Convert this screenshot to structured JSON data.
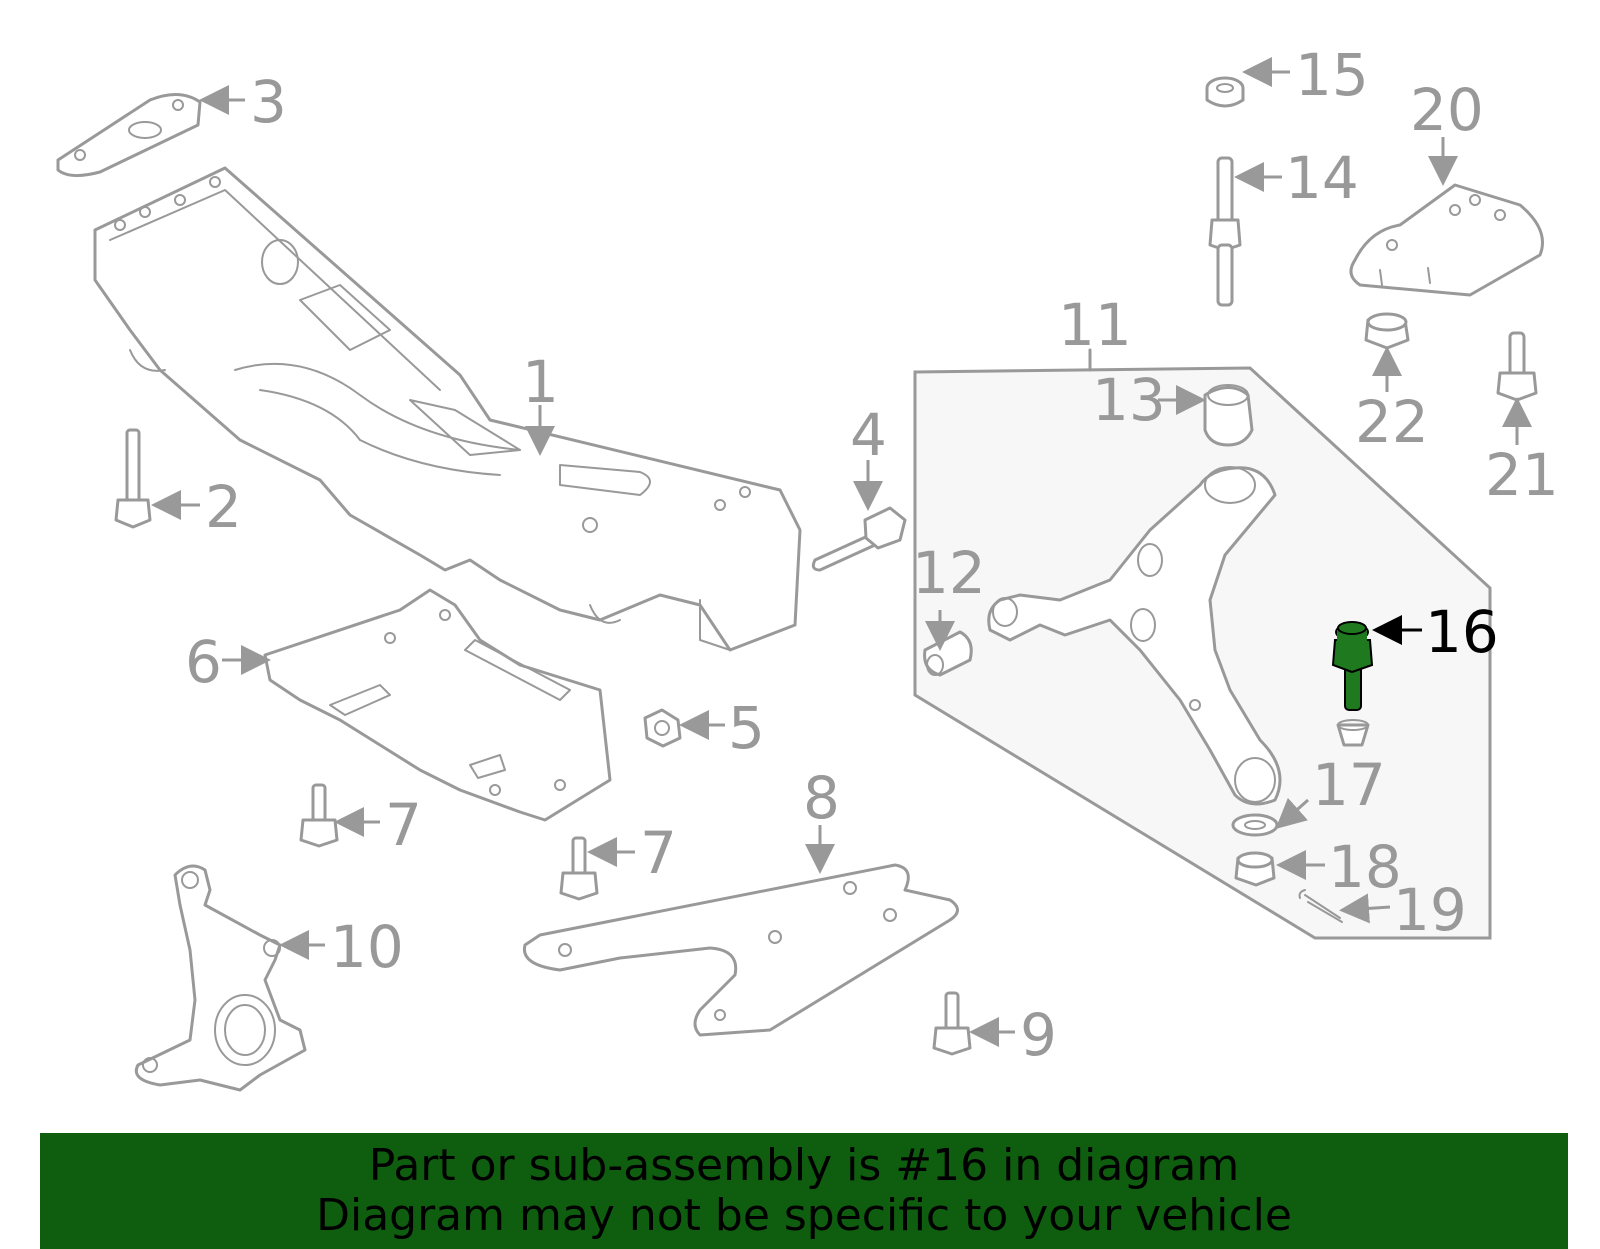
{
  "callouts": {
    "c1": "1",
    "c2": "2",
    "c3": "3",
    "c4": "4",
    "c5": "5",
    "c6": "6",
    "c7a": "7",
    "c7b": "7",
    "c8": "8",
    "c9": "9",
    "c10": "10",
    "c11": "11",
    "c12": "12",
    "c13": "13",
    "c14": "14",
    "c15": "15",
    "c16": "16",
    "c17": "17",
    "c18": "18",
    "c19": "19",
    "c20": "20",
    "c21": "21",
    "c22": "22"
  },
  "highlight": {
    "part": "16",
    "color": "#1f7a1f",
    "banner_color": "#0f5e0f"
  },
  "banner": {
    "line1": "Part or sub-assembly is #16 in diagram",
    "line2": "Diagram may not be specific to your vehicle"
  }
}
